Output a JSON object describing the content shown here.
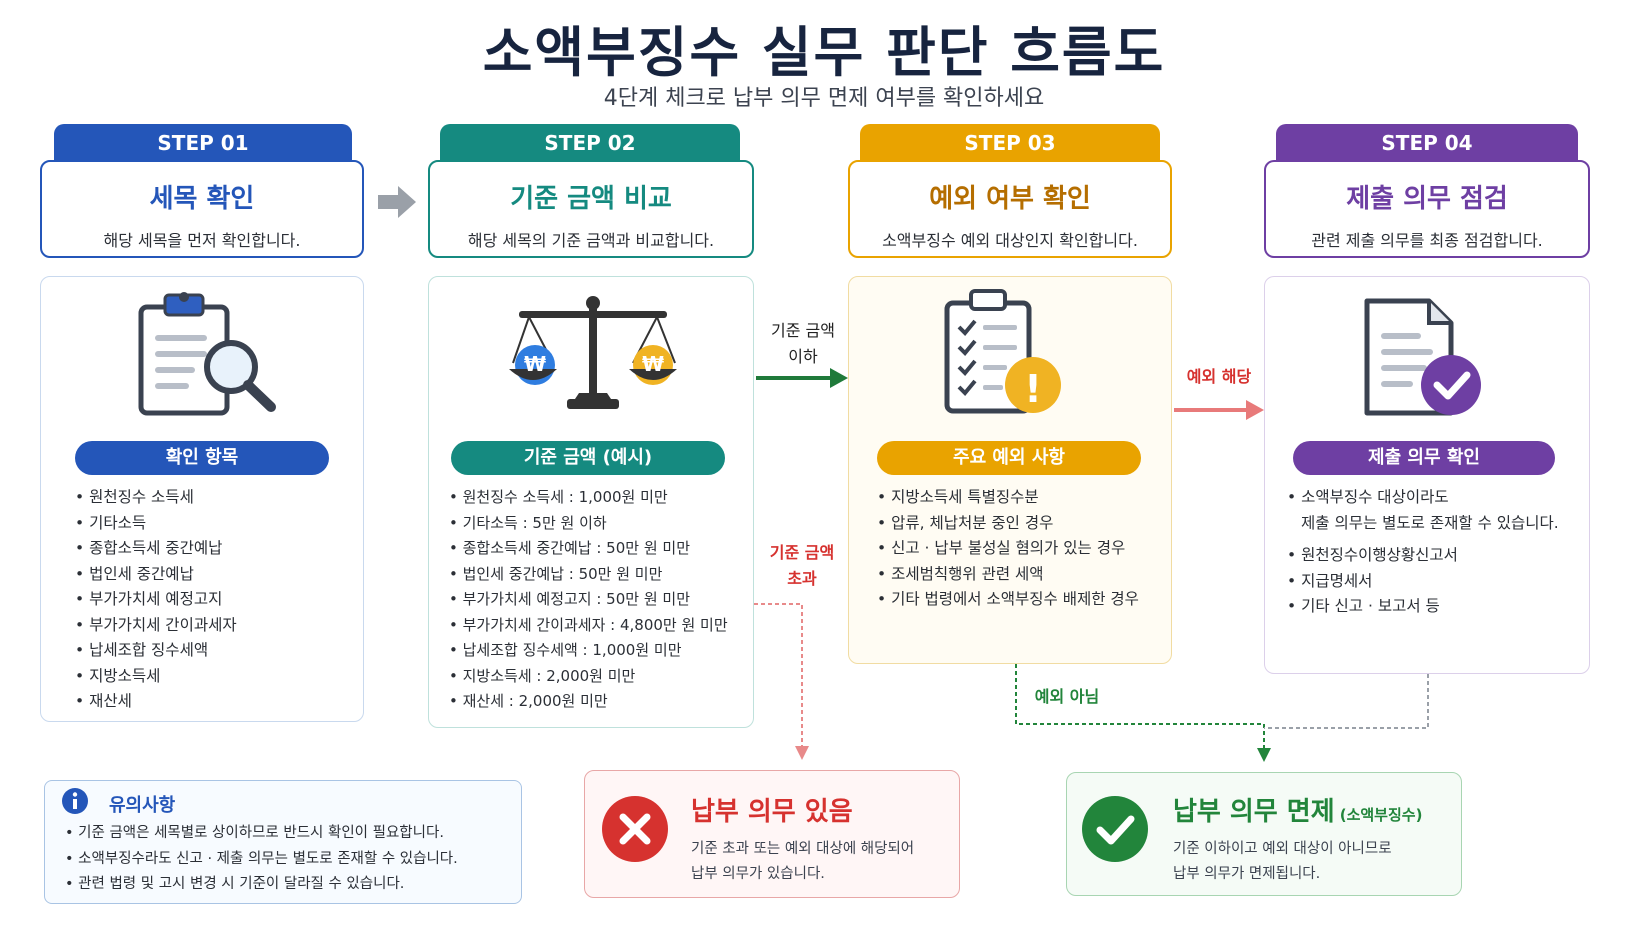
{
  "header": {
    "title": "소액부징수 실무 판단 흐름도",
    "subtitle": "4단계 체크로 납부 의무 면제 여부를 확인하세요"
  },
  "colors": {
    "step1": "#2456b9",
    "step2": "#158a80",
    "step3": "#e9a300",
    "step4": "#6e3fa3",
    "red": "#d6322f",
    "green": "#22853b"
  },
  "steps": [
    {
      "tab": "STEP 01",
      "title": "세목 확인",
      "desc": "해당 세목을 먼저 확인합니다.",
      "icon": "clipboard-magnifier-icon",
      "pill": "확인 항목",
      "items": [
        "원천징수 소득세",
        "기타소득",
        "종합소득세 중간예납",
        "법인세 중간예납",
        "부가가치세 예정고지",
        "부가가치세 간이과세자",
        "납세조합 징수세액",
        "지방소득세",
        "재산세"
      ]
    },
    {
      "tab": "STEP 02",
      "title": "기준 금액 비교",
      "desc": "해당 세목의 기준 금액과 비교합니다.",
      "icon": "balance-scale-icon",
      "coin_symbol": "₩",
      "pill": "기준 금액 (예시)",
      "items": [
        "원천징수 소득세 : 1,000원 미만",
        "기타소득 : 5만 원 이하",
        "종합소득세 중간예납 : 50만 원 미만",
        "법인세 중간예납 : 50만 원 미만",
        "부가가치세 예정고지 : 50만 원 미만",
        "부가가치세 간이과세자 : 4,800만 원 미만",
        "납세조합 징수세액 : 1,000원 미만",
        "지방소득세 : 2,000원 미만",
        "재산세 : 2,000원 미만"
      ]
    },
    {
      "tab": "STEP 03",
      "title": "예외 여부 확인",
      "desc": "소액부징수 예외 대상인지 확인합니다.",
      "icon": "checklist-warning-icon",
      "warning_symbol": "!",
      "pill": "주요 예외 사항",
      "items": [
        "지방소득세 특별징수분",
        "압류, 체납처분 중인 경우",
        "신고 · 납부 불성실 혐의가 있는 경우",
        "조세범칙행위 관련 세액",
        "기타 법령에서 소액부징수 배제한 경우"
      ]
    },
    {
      "tab": "STEP 04",
      "title": "제출 의무 점검",
      "desc": "관련 제출 의무를 최종 점검합니다.",
      "icon": "document-check-icon",
      "pill": "제출 의무 확인",
      "items_intro": [
        "소액부징수 대상이라도",
        "제출 의무는 별도로 존재할 수 있습니다."
      ],
      "items": [
        "원천징수이행상황신고서",
        "지급명세서",
        "기타 신고 · 보고서 등"
      ]
    }
  ],
  "flow": {
    "below_threshold": [
      "기준 금액",
      "이하"
    ],
    "above_threshold": [
      "기준 금액",
      "초과"
    ],
    "exception_yes": "예외 해당",
    "exception_no": "예외 아님"
  },
  "notes": {
    "title": "유의사항",
    "items": [
      "기준 금액은 세목별로 상이하므로 반드시 확인이 필요합니다.",
      "소액부징수라도 신고 · 제출 의무는 별도로 존재할 수 있습니다.",
      "관련 법령 및 고시 변경 시 기준이 달라질 수 있습니다."
    ]
  },
  "results": {
    "pay": {
      "title": "납부 의무 있음",
      "lines": [
        "기준 초과 또는 예외 대상에 해당되어",
        "납부 의무가 있습니다."
      ]
    },
    "exempt": {
      "title": "납부 의무 면제",
      "title_suffix": "(소액부징수)",
      "lines": [
        "기준 이하이고 예외 대상이 아니므로",
        "납부 의무가 면제됩니다."
      ]
    }
  }
}
